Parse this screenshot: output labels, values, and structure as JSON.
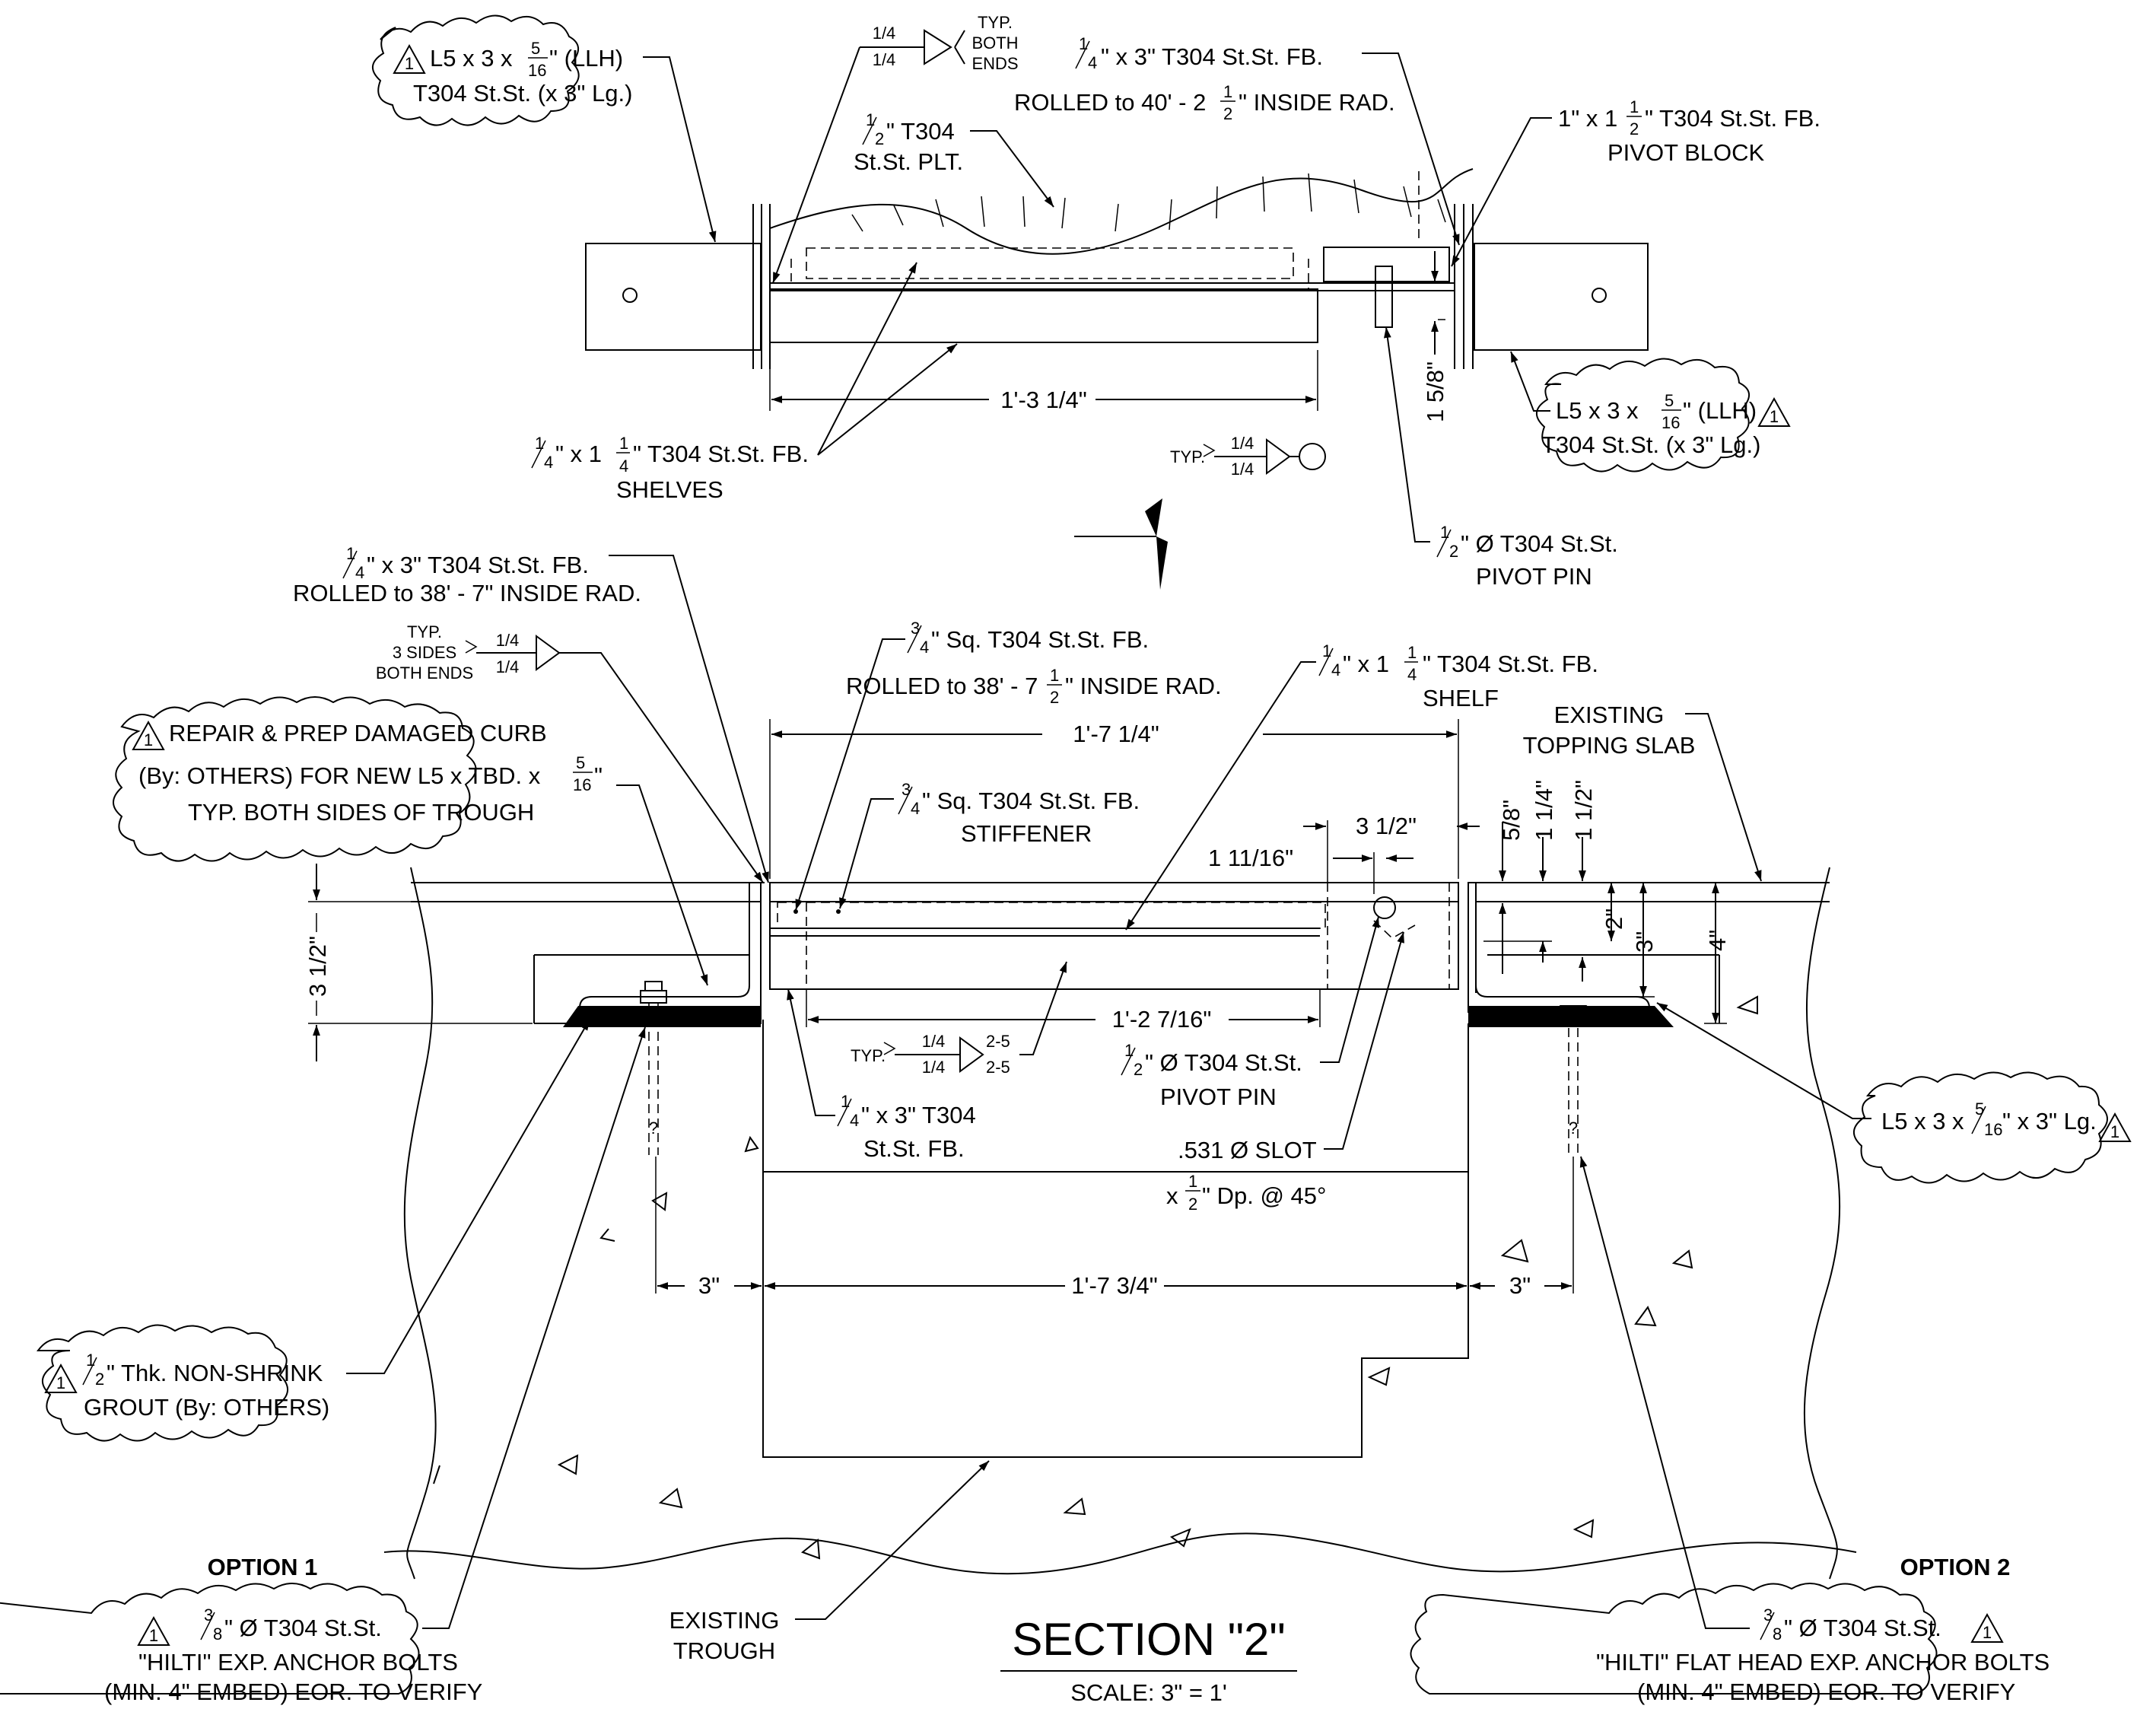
{
  "title": "SECTION \"2\"",
  "scale": "SCALE:  3\" = 1'",
  "options": {
    "left": "OPTION 1",
    "right": "OPTION 2"
  },
  "revision_mark": "1",
  "plan": {
    "angle_left": [
      "L5 x 3  x",
      "5",
      "16",
      "\" (LLH)",
      "T304 St.St. (x 3\" Lg.)"
    ],
    "angle_right": [
      "L5 x 3  x",
      "5",
      "16",
      "\" (LLH)",
      "T304 St.St. (x 3\" Lg.)"
    ],
    "weld_top": {
      "a": "1/4",
      "b": "1/4",
      "note": [
        "TYP.",
        "BOTH",
        "ENDS"
      ]
    },
    "fb_top": [
      "1",
      "4",
      "\" x 3\" T304 St.St. FB."
    ],
    "rolled_top": [
      "ROLLED to 40' - 2",
      "1",
      "2",
      "\" INSIDE RAD."
    ],
    "plate": [
      "1",
      "2",
      "\" T304",
      "St.St. PLT."
    ],
    "pivot_block": [
      "1\" x 1",
      "1",
      "2",
      "\" T304 St.St. FB.",
      "PIVOT BLOCK"
    ],
    "dim_length": "1'-3 1/4\"",
    "dim_vert": "1 5/8\"",
    "shelves": [
      "1",
      "4",
      "\" x 1",
      "1",
      "4",
      "\" T304 St.St. FB.",
      "SHELVES"
    ],
    "weld_typ": {
      "label": "TYP.",
      "a": "1/4",
      "b": "1/4"
    },
    "pivot_pin": [
      "1",
      "2",
      "\" Ø T304 St.St.",
      "PIVOT PIN"
    ]
  },
  "section": {
    "fb_rolled": [
      "1",
      "4",
      "\" x 3\" T304 St.St. FB.",
      "ROLLED to 38' - 7\" INSIDE RAD."
    ],
    "weld_note": {
      "note": [
        "TYP.",
        "3 SIDES",
        "BOTH ENDS"
      ],
      "a": "1/4",
      "b": "1/4"
    },
    "sq_fb": [
      "3",
      "4",
      "\" Sq. T304 St.St. FB.",
      "ROLLED to 38' - 7",
      "1",
      "2",
      "\" INSIDE RAD."
    ],
    "shelf": [
      "1",
      "4",
      "\" x 1",
      "1",
      "4",
      "\" T304 St.St. FB.",
      "SHELF"
    ],
    "repair": [
      "REPAIR & PREP DAMAGED CURB",
      "(By: OTHERS) FOR NEW L5 x TBD. x",
      "5",
      "16",
      "\"",
      "TYP. BOTH SIDES OF TROUGH"
    ],
    "dim_top": "1'-7 1/4\"",
    "stiffener": [
      "3",
      "4",
      "\" Sq. T304 St.St. FB.",
      "STIFFENER"
    ],
    "existing_slab": [
      "EXISTING",
      "TOPPING  SLAB"
    ],
    "dim_3_5": "3 1/2\"",
    "dim_1_11": "1 11/16\"",
    "dim_5_8": "5/8\"",
    "dim_1_1_4": "1 1/4\"",
    "dim_1_1_2": "1 1/2\"",
    "dim_2": "2\"",
    "dim_3": "3\"",
    "dim_4": "4\"",
    "dim_left_3_5": "3 1/2\"",
    "dim_inner": "1'-2 7/16\"",
    "weld_2_5": {
      "label": "TYP.",
      "a": "1/4",
      "b": "1/4",
      "c": "2-5",
      "d": "2-5"
    },
    "fb_3": [
      "1",
      "4",
      "\" x 3\" T304",
      "St.St. FB."
    ],
    "pivot_pin": [
      "1",
      "2",
      "\" Ø T304 St.St.",
      "PIVOT PIN"
    ],
    "slot": [
      ".531 Ø SLOT",
      "x",
      "1",
      "2",
      "\" Dp. @ 45°"
    ],
    "angle": [
      "L5 x 3 x",
      "5",
      "16",
      "\" x 3\" Lg."
    ],
    "dim_3_left": "3\"",
    "dim_bottom": "1'-7 3/4\"",
    "dim_3_right": "3\"",
    "grout": [
      "1",
      "2",
      "\" Thk. NON-SHRINK",
      "GROUT (By: OTHERS)"
    ],
    "anchor_left": [
      "3",
      "8",
      "\" Ø T304 St.St.",
      "\"HILTI\" EXP. ANCHOR BOLTS",
      "(MIN. 4\" EMBED) EOR. TO VERIFY"
    ],
    "existing_trough": [
      "EXISTING",
      "TROUGH"
    ],
    "anchor_right": [
      "3",
      "8",
      "\" Ø T304 St.St.",
      "\"HILTI\" FLAT HEAD EXP. ANCHOR BOLTS",
      "(MIN. 4\" EMBED) EOR. TO VERIFY"
    ]
  }
}
